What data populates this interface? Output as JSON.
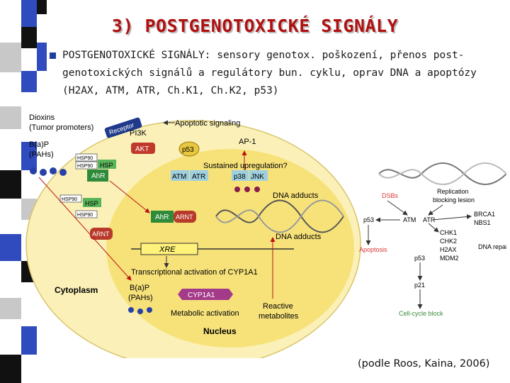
{
  "slide": {
    "title": "3) POSTGENOTOXICKÉ SIGNÁLY",
    "body_text": "POSTGENOTOXICKÉ SIGNÁLY: sensory genotox. poškození, přenos post-genotoxických signálů a regulátory bun. cyklu, oprav DNA a apoptózy (H2AX, ATM, ATR, Ch.K1, Ch.K2, p53)",
    "citation": "(podle Roos, Kaina, 2006)"
  },
  "colors": {
    "title": "#b01010",
    "nucleus": "#f7e27a",
    "cytoplasm": "#fbf1b8",
    "ahr": "#2e8b3a",
    "arnt": "#b83a2a",
    "akt": "#c0392b",
    "p53": "#e8c840",
    "atm_atr": "#9fd0e0",
    "xre": "#fff27a",
    "dsb": "#d33",
    "bullet": "#1e3fa0"
  },
  "diagram_left": {
    "dioxins": "Dioxins",
    "tumor_promoters": "(Tumor promoters)",
    "bap": "B(a)P",
    "pahs": "(PAHs)",
    "receptor": "Receptor",
    "pi3k": "PI3K",
    "akt": "AKT",
    "apoptotic_signaling": "Apoptotic signaling",
    "p53": "p53",
    "ap1": "AP-1",
    "sustained_upregulation": "Sustained upregulation?",
    "atm": "ATM",
    "atr": "ATR",
    "p38": "p38",
    "jnk": "JNK",
    "dna_adducts_1": "DNA adducts",
    "dna_adducts_2": "DNA adducts",
    "hsp90": "HSP90",
    "hsp": "HSP",
    "ahr": "AhR",
    "arnt": "ARNT",
    "xre": "XRE",
    "transcriptional_activation": "Transcriptional activation of CYP1A1",
    "cytoplasm": "Cytoplasm",
    "nucleus": "Nucleus",
    "cyp1a1": "CYP1A1",
    "metabolic_activation": "Metabolic activation",
    "reactive": "Reactive",
    "metabolites": "metabolites"
  },
  "diagram_right": {
    "dsbs": "DSBs",
    "replication": "Replication",
    "blocking_lesion": "blocking lesion",
    "p53": "p53",
    "atm": "ATM",
    "atr": "ATR",
    "brca1": "BRCA1",
    "nbs1": "NBS1",
    "chk1": "CHK1",
    "chk2": "CHK2",
    "h2ax": "H2AX",
    "mdm2": "MDM2",
    "dna_repair": "DNA repair",
    "apoptosis": "Apoptosis",
    "p53_b": "p53",
    "p21": "p21",
    "cell_cycle_block": "Cell-cycle block"
  }
}
